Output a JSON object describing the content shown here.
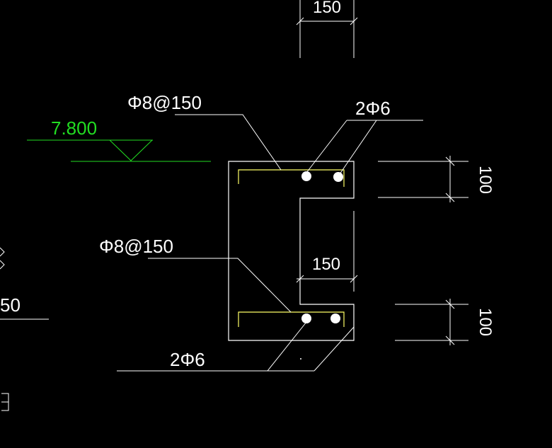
{
  "colors": {
    "background": "#000000",
    "outline": "#ffffff",
    "rebar_stirrup": "#ffff66",
    "level_marker": "#22dd22"
  },
  "elevation": {
    "value": "7.800"
  },
  "annotations": {
    "stirrup_top": "Φ8@150",
    "bars_top": "2Φ6",
    "stirrup_bottom": "Φ8@150",
    "bars_bottom": "2Φ6"
  },
  "dimensions": {
    "top_width": "150",
    "inner_width": "150",
    "top_flange_height": "100",
    "bottom_flange_height": "100",
    "left_partial": "50"
  }
}
